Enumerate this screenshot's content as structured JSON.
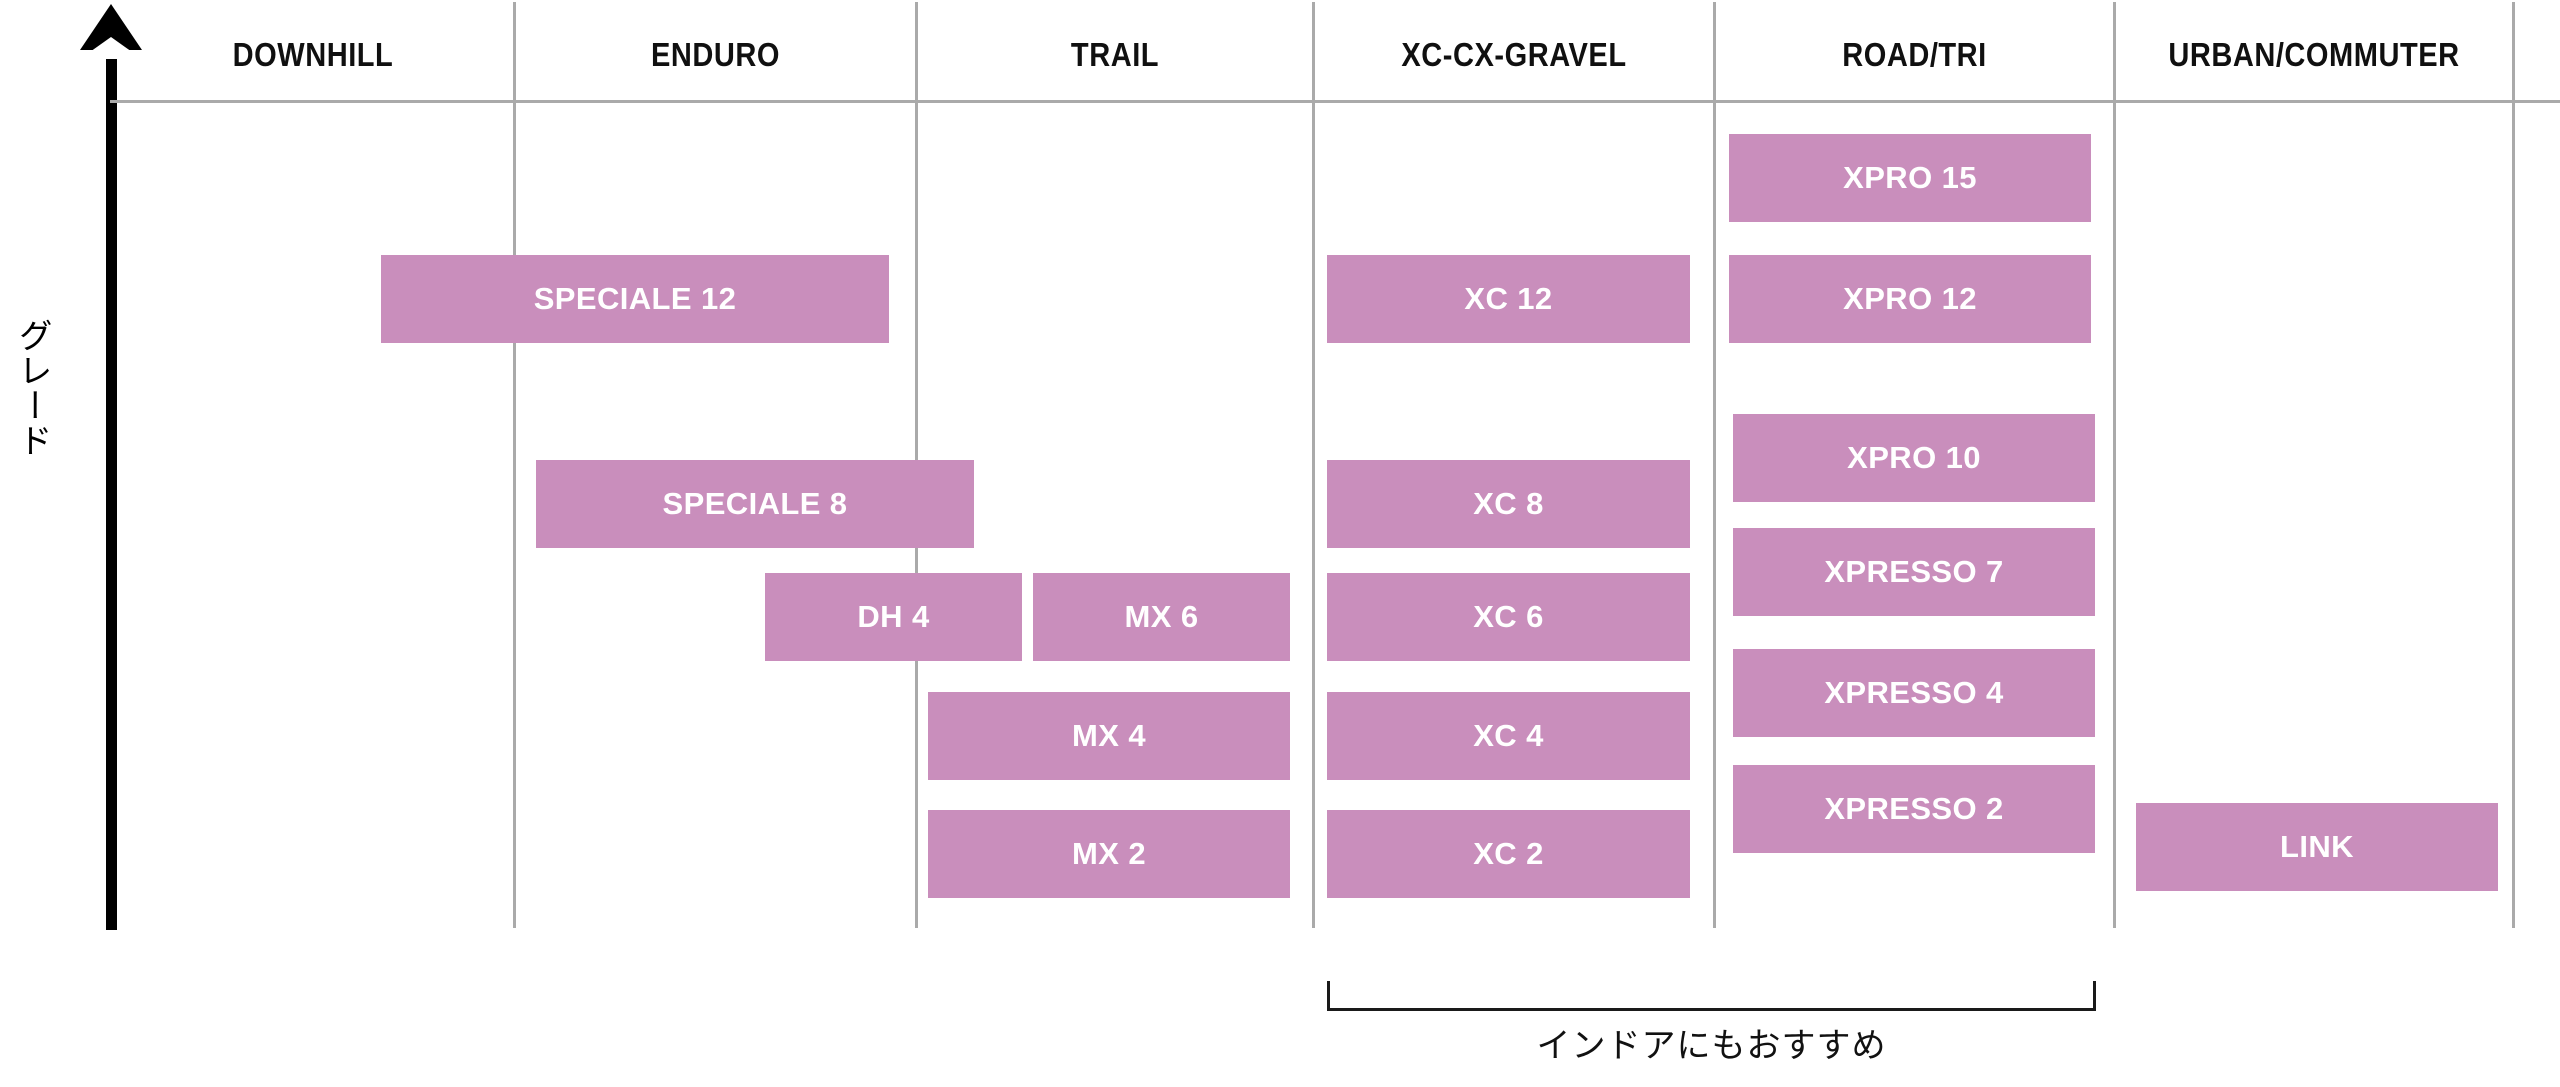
{
  "axis": {
    "label": "グレード",
    "arrow_name": "up-arrow"
  },
  "columns": [
    {
      "label": "DOWNHILL"
    },
    {
      "label": "ENDURO"
    },
    {
      "label": "TRAIL"
    },
    {
      "label": "XC-CX-GRAVEL"
    },
    {
      "label": "ROAD/TRI"
    },
    {
      "label": "URBAN/COMMUTER"
    }
  ],
  "bars": [
    {
      "label": "SPECIALE 12"
    },
    {
      "label": "XC 12"
    },
    {
      "label": "XPRO 15"
    },
    {
      "label": "XPRO 12"
    },
    {
      "label": "SPECIALE 8"
    },
    {
      "label": "XC 8"
    },
    {
      "label": "XPRO 10"
    },
    {
      "label": "XPRESSO 7"
    },
    {
      "label": "DH 4"
    },
    {
      "label": "MX 6"
    },
    {
      "label": "XC 6"
    },
    {
      "label": "XPRESSO 4"
    },
    {
      "label": "MX 4"
    },
    {
      "label": "XC 4"
    },
    {
      "label": "XPRESSO 2"
    },
    {
      "label": "MX 2"
    },
    {
      "label": "XC 2"
    },
    {
      "label": "LINK"
    }
  ],
  "annotation": {
    "caption": "インドアにもおすすめ"
  },
  "colors": {
    "bar_fill": "#c98ebc",
    "bar_text": "#ffffff",
    "grid_line": "#aaaaaa",
    "axis": "#000000",
    "bracket": "#1a1a1a",
    "background": "#ffffff"
  },
  "chart_data": {
    "type": "bar",
    "title": "",
    "xlabel": "",
    "ylabel": "グレード",
    "orientation": "horizontal-bands-in-columns",
    "grid": true,
    "legend": "none",
    "categories": [
      "DOWNHILL",
      "ENDURO",
      "TRAIL",
      "XC-CX-GRAVEL",
      "ROAD/TRI",
      "URBAN/COMMUTER"
    ],
    "annotations": [
      {
        "text": "インドアにもおすすめ",
        "spans_categories": [
          "XC-CX-GRAVEL",
          "ROAD/TRI"
        ],
        "position": "below-axis"
      }
    ],
    "items": [
      {
        "label": "SPECIALE 12",
        "grade_row": 1,
        "columns": [
          "DOWNHILL",
          "ENDURO"
        ]
      },
      {
        "label": "XC 12",
        "grade_row": 1,
        "columns": [
          "XC-CX-GRAVEL"
        ]
      },
      {
        "label": "XPRO 15",
        "grade_row": 0,
        "columns": [
          "ROAD/TRI"
        ]
      },
      {
        "label": "XPRO 12",
        "grade_row": 1,
        "columns": [
          "ROAD/TRI"
        ]
      },
      {
        "label": "SPECIALE 8",
        "grade_row": 2,
        "columns": [
          "ENDURO",
          "TRAIL"
        ]
      },
      {
        "label": "XC 8",
        "grade_row": 2,
        "columns": [
          "XC-CX-GRAVEL"
        ]
      },
      {
        "label": "XPRO 10",
        "grade_row": 2,
        "columns": [
          "ROAD/TRI"
        ]
      },
      {
        "label": "XPRESSO 7",
        "grade_row": 3,
        "columns": [
          "ROAD/TRI"
        ]
      },
      {
        "label": "DH 4",
        "grade_row": 3,
        "columns": [
          "ENDURO",
          "TRAIL"
        ]
      },
      {
        "label": "MX 6",
        "grade_row": 3,
        "columns": [
          "TRAIL"
        ]
      },
      {
        "label": "XC 6",
        "grade_row": 3,
        "columns": [
          "XC-CX-GRAVEL"
        ]
      },
      {
        "label": "XPRESSO 4",
        "grade_row": 4,
        "columns": [
          "ROAD/TRI"
        ]
      },
      {
        "label": "MX 4",
        "grade_row": 4,
        "columns": [
          "TRAIL"
        ]
      },
      {
        "label": "XC 4",
        "grade_row": 4,
        "columns": [
          "XC-CX-GRAVEL"
        ]
      },
      {
        "label": "XPRESSO 2",
        "grade_row": 5,
        "columns": [
          "ROAD/TRI"
        ]
      },
      {
        "label": "MX 2",
        "grade_row": 5,
        "columns": [
          "TRAIL"
        ]
      },
      {
        "label": "XC 2",
        "grade_row": 5,
        "columns": [
          "XC-CX-GRAVEL"
        ]
      },
      {
        "label": "LINK",
        "grade_row": 5,
        "columns": [
          "URBAN/COMMUTER"
        ]
      }
    ]
  }
}
